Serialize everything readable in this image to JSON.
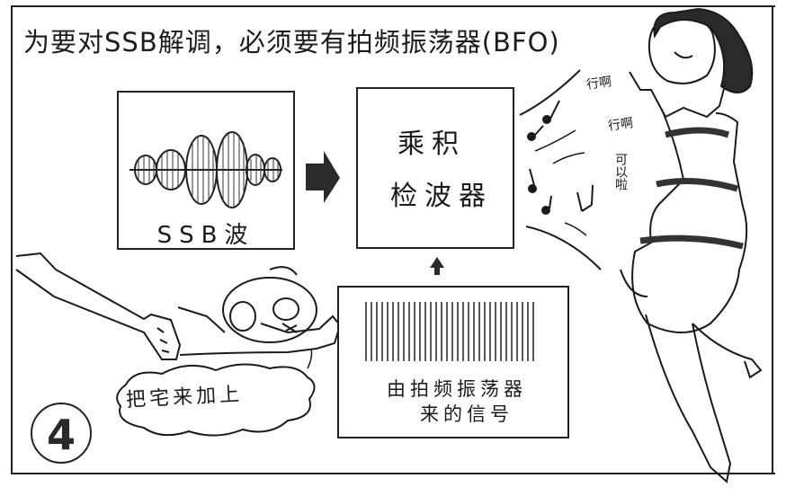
{
  "title": "为要对SSB解调，必须要有拍频振荡器(BFO)",
  "ssb_box": {
    "label": "SSB波",
    "waveform": "ssb-envelope"
  },
  "detector_box": {
    "line1": "乘积",
    "line2": "检波器"
  },
  "bfo_box": {
    "line1": "由拍频振荡器",
    "line2": "来的信号",
    "waveform": "constant-carrier"
  },
  "speech_bubble": {
    "text": "把宅来加上"
  },
  "lyrics": [
    "行啊",
    "行啊",
    "可以啦"
  ],
  "panel_number": "4",
  "colors": {
    "ink": "#1a1a1a",
    "paper": "#ffffff"
  }
}
